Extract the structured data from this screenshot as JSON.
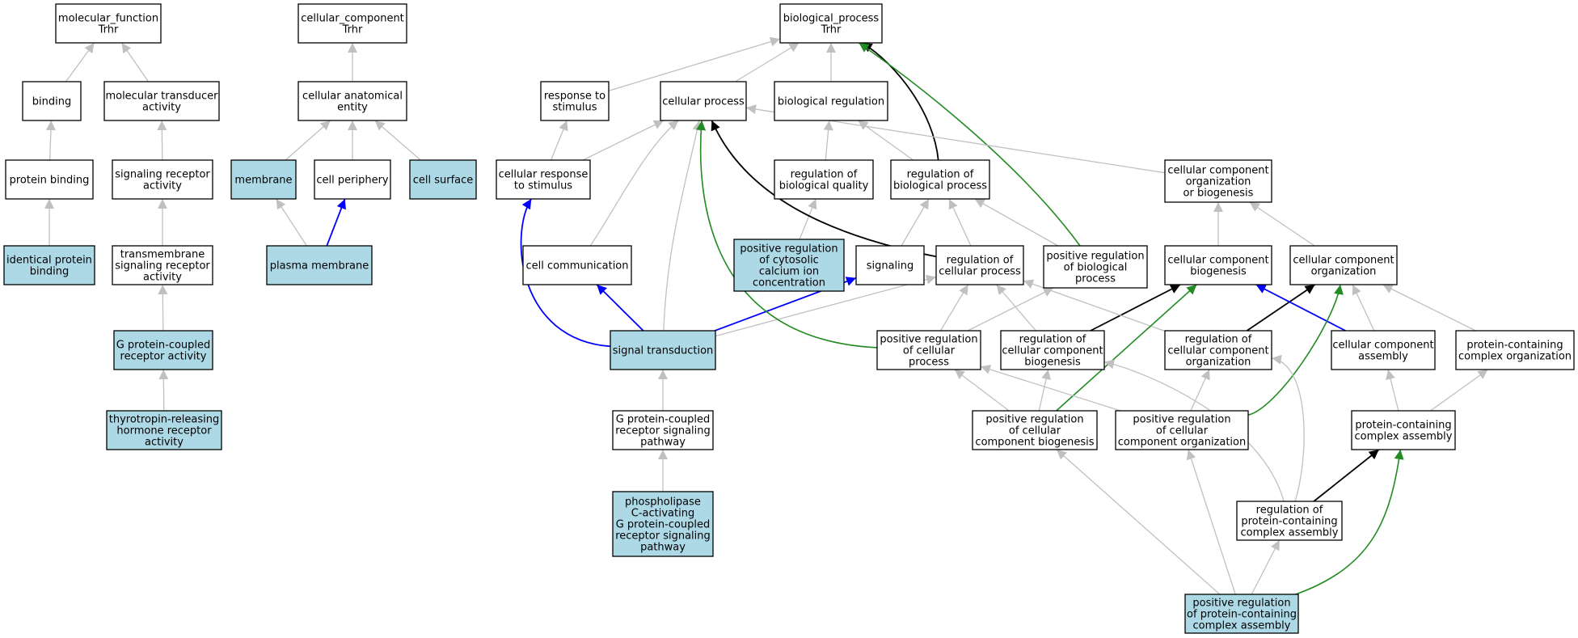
{
  "colors": {
    "highlight_fill": "#add8e6",
    "default_fill": "#ffffff",
    "edge_gray": "#c0c0c0",
    "edge_black": "#000000",
    "edge_blue": "#0000ff",
    "edge_green": "#228b22"
  },
  "nodes": {
    "mf_root": {
      "lines": [
        "molecular_function",
        "Trhr"
      ],
      "highlight": false
    },
    "binding": {
      "lines": [
        "binding"
      ],
      "highlight": false
    },
    "mol_transducer": {
      "lines": [
        "molecular transducer",
        "activity"
      ],
      "highlight": false
    },
    "protein_binding": {
      "lines": [
        "protein binding"
      ],
      "highlight": false
    },
    "sig_receptor": {
      "lines": [
        "signaling receptor",
        "activity"
      ],
      "highlight": false
    },
    "identical_protein": {
      "lines": [
        "identical protein",
        "binding"
      ],
      "highlight": true
    },
    "tm_sig_receptor": {
      "lines": [
        "transmembrane",
        "signaling receptor",
        "activity"
      ],
      "highlight": false
    },
    "gpcr_activity": {
      "lines": [
        "G protein-coupled",
        "receptor activity"
      ],
      "highlight": true
    },
    "trh_receptor": {
      "lines": [
        "thyrotropin-releasing",
        "hormone receptor",
        "activity"
      ],
      "highlight": true
    },
    "cc_root": {
      "lines": [
        "cellular_component",
        "Trhr"
      ],
      "highlight": false
    },
    "cell_anat": {
      "lines": [
        "cellular anatomical",
        "entity"
      ],
      "highlight": false
    },
    "membrane": {
      "lines": [
        "membrane"
      ],
      "highlight": true
    },
    "cell_periphery": {
      "lines": [
        "cell periphery"
      ],
      "highlight": false
    },
    "cell_surface": {
      "lines": [
        "cell surface"
      ],
      "highlight": true
    },
    "plasma_membrane": {
      "lines": [
        "plasma membrane"
      ],
      "highlight": true
    },
    "bp_root": {
      "lines": [
        "biological_process",
        "Trhr"
      ],
      "highlight": false
    },
    "response_stim": {
      "lines": [
        "response to",
        "stimulus"
      ],
      "highlight": false
    },
    "cellular_process": {
      "lines": [
        "cellular process"
      ],
      "highlight": false
    },
    "bio_reg": {
      "lines": [
        "biological regulation"
      ],
      "highlight": false
    },
    "cell_resp_stim": {
      "lines": [
        "cellular response",
        "to stimulus"
      ],
      "highlight": false
    },
    "reg_bio_quality": {
      "lines": [
        "regulation of",
        "biological quality"
      ],
      "highlight": false
    },
    "reg_bio_process": {
      "lines": [
        "regulation of",
        "biological process"
      ],
      "highlight": false
    },
    "cc_org_biogen": {
      "lines": [
        "cellular component",
        "organization",
        "or biogenesis"
      ],
      "highlight": false
    },
    "cell_comm": {
      "lines": [
        "cell communication"
      ],
      "highlight": false
    },
    "pos_reg_calcium": {
      "lines": [
        "positive regulation",
        "of cytosolic",
        "calcium ion",
        "concentration"
      ],
      "highlight": true
    },
    "signaling": {
      "lines": [
        "signaling"
      ],
      "highlight": false
    },
    "reg_cell_process": {
      "lines": [
        "regulation of",
        "cellular process"
      ],
      "highlight": false
    },
    "pos_reg_bio_process": {
      "lines": [
        "positive regulation",
        "of biological",
        "process"
      ],
      "highlight": false
    },
    "cc_biogenesis": {
      "lines": [
        "cellular component",
        "biogenesis"
      ],
      "highlight": false
    },
    "cc_organization": {
      "lines": [
        "cellular component",
        "organization"
      ],
      "highlight": false
    },
    "signal_transduction": {
      "lines": [
        "signal transduction"
      ],
      "highlight": true
    },
    "pos_reg_cell_process": {
      "lines": [
        "positive regulation",
        "of cellular",
        "process"
      ],
      "highlight": false
    },
    "reg_cc_biogenesis": {
      "lines": [
        "regulation of",
        "cellular component",
        "biogenesis"
      ],
      "highlight": false
    },
    "reg_cc_org": {
      "lines": [
        "regulation of",
        "cellular component",
        "organization"
      ],
      "highlight": false
    },
    "cc_assembly": {
      "lines": [
        "cellular component",
        "assembly"
      ],
      "highlight": false
    },
    "pc_complex_org": {
      "lines": [
        "protein-containing",
        "complex organization"
      ],
      "highlight": false
    },
    "gpcr_pathway": {
      "lines": [
        "G protein-coupled",
        "receptor signaling",
        "pathway"
      ],
      "highlight": false
    },
    "pos_reg_cc_biogen": {
      "lines": [
        "positive regulation",
        "of cellular",
        "component biogenesis"
      ],
      "highlight": false
    },
    "pos_reg_cc_org": {
      "lines": [
        "positive regulation",
        "of cellular",
        "component organization"
      ],
      "highlight": false
    },
    "pc_complex_assembly": {
      "lines": [
        "protein-containing",
        "complex assembly"
      ],
      "highlight": false
    },
    "plc_gpcr_pathway": {
      "lines": [
        "phospholipase",
        "C-activating",
        "G protein-coupled",
        "receptor signaling",
        "pathway"
      ],
      "highlight": true
    },
    "reg_pc_assembly": {
      "lines": [
        "regulation of",
        "protein-containing",
        "complex assembly"
      ],
      "highlight": false
    },
    "pos_reg_pc_assembly": {
      "lines": [
        "positive regulation",
        "of protein-containing",
        "complex assembly"
      ],
      "highlight": true
    }
  }
}
